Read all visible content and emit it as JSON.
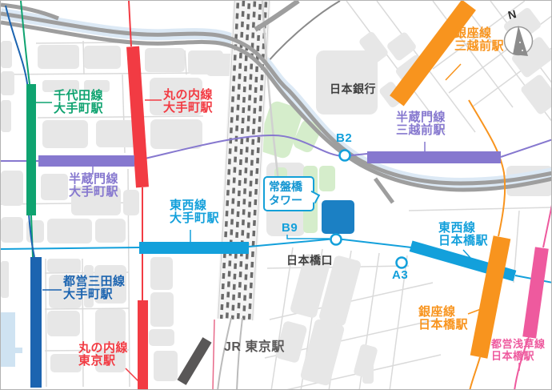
{
  "colors": {
    "green": "#0fa370",
    "red": "#f23b43",
    "purple": "#8678cf",
    "cyan": "#13a0db",
    "mita_blue": "#1c64b0",
    "orange": "#f8941e",
    "pink": "#ee5a9e",
    "building_blue": "#1b80c4",
    "jr_dark": "#595757",
    "road_gray": "#9e9e9e",
    "river_blue": "#dce9f5",
    "water_blue": "#cfe3f2",
    "park_green": "#d5edcb",
    "block_gray": "#e7e7e7",
    "text_dark": "#3f3f3f"
  },
  "labels": {
    "chiyoda_otemachi": {
      "line": "千代田線",
      "station": "大手町駅"
    },
    "marunouchi_otemachi": {
      "line": "丸の内線",
      "station": "大手町駅"
    },
    "hanzomon_otemachi": {
      "line": "半蔵門線",
      "station": "大手町駅"
    },
    "ginza_mitsukoshimae": {
      "line": "銀座線",
      "station": "三越前駅"
    },
    "hanzomon_mitsukoshimae": {
      "line": "半蔵門線",
      "station": "三越前駅"
    },
    "tozai_otemachi": {
      "line": "東西線",
      "station": "大手町駅"
    },
    "mita_otemachi": {
      "line": "都営三田線",
      "station": "大手町駅"
    },
    "marunouchi_tokyo": {
      "line": "丸の内線",
      "station": "東京駅"
    },
    "tozai_nihombashi": {
      "line": "東西線",
      "station": "日本橋駅"
    },
    "ginza_nihombashi": {
      "line": "銀座線",
      "station": "日本橋駅"
    },
    "asakusa_nihombashi": {
      "line": "都営浅草線",
      "station": "日本橋駅"
    }
  },
  "landmarks": {
    "bank_of_japan": "日本銀行",
    "nihombashi_gate": "日本橋口",
    "jr_tokyo": "JR 東京駅"
  },
  "tower": {
    "line1": "常盤橋",
    "line2": "タワー"
  },
  "exits": {
    "b2": "B2",
    "b9": "B9",
    "a3": "A3"
  },
  "compass": {
    "north": "N"
  }
}
